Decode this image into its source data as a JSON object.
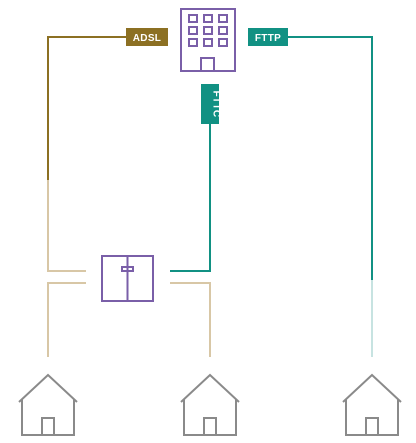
{
  "labels": {
    "adsl": "ADSL",
    "fttc": "FTTC",
    "fttp": "FTTP"
  },
  "colors": {
    "adsl": "#8c7023",
    "adsl_light": "#d8c7a6",
    "fttc": "#119183",
    "fttp": "#119183",
    "fttp_light": "#c7e3e1",
    "building": "#7a5fa8",
    "cabinet": "#7a5fa8",
    "house": "#8a8a8a"
  },
  "icons": {
    "exchange": "office-building-icon",
    "cabinet": "street-cabinet-icon",
    "house": "house-icon"
  }
}
